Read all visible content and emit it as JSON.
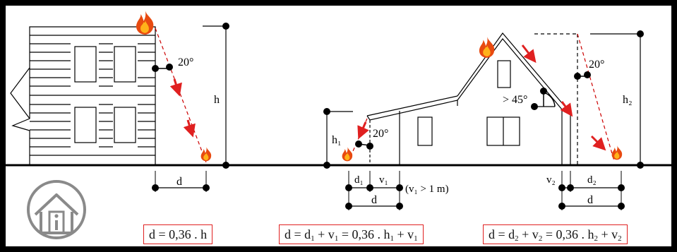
{
  "diagram": {
    "angles": {
      "left": "20°",
      "middle": "20°",
      "right": "20°",
      "roof": "> 45°"
    },
    "heights": {
      "left": "h",
      "middle": "h₁",
      "right": "h₂"
    },
    "distances": {
      "left_d": "d",
      "mid_d1": "d₁",
      "mid_v1": "v₁",
      "mid_note": "(v₁ > 1 m)",
      "mid_d": "d",
      "right_v2": "v₂",
      "right_d2": "d₂",
      "right_d": "d"
    },
    "info_icon": "house-info-icon",
    "fire_icon": "fire-icon"
  },
  "formulas": {
    "f1": {
      "lhs": "d = 0,36 . h"
    },
    "f2": {
      "p1": "d = d",
      "s1": "1",
      "p2": " + v",
      "s2": "1",
      "p3": " = 0,36 . h",
      "s3": "1",
      "p4": " + v",
      "s4": "1"
    },
    "f3": {
      "p1": "d = d",
      "s1": "2",
      "p2": " + v",
      "s2": "2",
      "p3": " = 0,36 . h",
      "s3": "2",
      "p4": " + v",
      "s4": "2"
    }
  },
  "colors": {
    "background": "#000000",
    "panel": "#ffffff",
    "accent_red": "#e02020",
    "fire_orange": "#f07a10"
  }
}
